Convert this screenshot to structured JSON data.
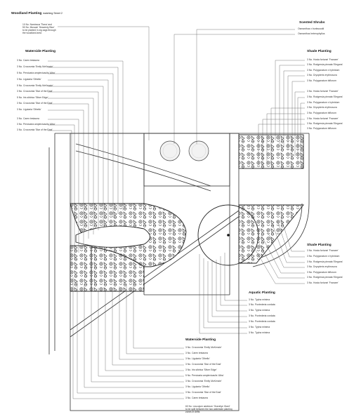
{
  "woodland": {
    "heading": "Woodland Planting",
    "heading_note": "matching Street 2",
    "note": [
      "10 No. Narcissus 'Tiana' and",
      "50 No. Muscari 'Heavenly Blue'",
      "to be planted in zig zags through",
      "the woodland area"
    ]
  },
  "waterside_top": {
    "heading": "Waterside Planting",
    "items": [
      "3 No. Carex testacea",
      "3 No. Crocosmia 'Emily McKenzie'",
      "5 No. Persicaria amplexicaulis 'Alba'",
      "3 No. Ligularia 'Othello'",
      "5 No. Crocosmia 'Emily McKenzie'",
      "3 No. Crocosmia 'Star of the East'",
      "5 No. Iris sibirica 'Silver Edge'",
      "3 No. Crocosmia 'Star of the East'",
      "3 No. Ligularia 'Othello'",
      "3 No. Carex testacea",
      "3 No. Persicaria amplexicaulis 'Alba'",
      "3 No. Crocosmia 'Star of the East'"
    ]
  },
  "scented": {
    "heading": "Scented Shrubs",
    "items": [
      "Osmanthus x burkwoodii",
      "Osmanthus heterophyllus"
    ]
  },
  "shade_top": {
    "heading": "Shade Planting",
    "items": [
      "3 No. Hosta fortunei 'Francee'",
      "3 No. Rodgersia pinnata 'Elegans'",
      "3 No. Polygonatum x hybridum",
      "3 No. Dryopteris erythrosora",
      "3 No. Polygonatum biflorum",
      "3 No. Hosta fortunei 'Francee'",
      "3 No. Rodgersia pinnata 'Elegans'",
      "3 No. Polygonatum x hybridum",
      "3 No. Dryopteris erythrosora",
      "3 No. Polygonatum biflorum",
      "3 No. Hosta fortunei 'Francee'",
      "3 No. Rodgersia pinnata 'Elegans'",
      "3 No. Polygonatum biflorum"
    ]
  },
  "shade_bottom": {
    "heading": "Shade Planting",
    "items": [
      "3 No. Hosta fortunei 'Francee'",
      "3 No. Polygonatum x hybridum",
      "3 No. Rodgersia pinnata 'Elegans'",
      "3 No. Dryopteris erythrosora",
      "3 No. Polygonatum biflorum",
      "3 No. Rodgersia pinnata 'Elegans'",
      "3 No. Hosta fortunei 'Francee'"
    ]
  },
  "aquatic": {
    "heading": "Aquatic Planting",
    "items": [
      "3 No. Typha minima",
      "3 No. Pontederia cordata",
      "3 No. Typha minima",
      "3 No. Pontederia cordata",
      "3 No. Pontederia cordata",
      "3 No. Typha minima",
      "3 No. Typha minima"
    ]
  },
  "waterside_bottom": {
    "heading": "Waterside Planting",
    "items": [
      "3 No. Crocosmia 'Emily McKenzie'",
      "3 No. Carex testacea",
      "3 No. Ligularia 'Othello'",
      "3 No. Crocosmia 'Star of the East'",
      "3 No. Iris sibirica 'Silver Edge'",
      "5 No. Persicaria amplexicaulis 'Alba'",
      "3 No. Crocosmia 'Emily McKenzie'",
      "3 No. Ligularia 'Othello'",
      "3 No. Crocosmia 'Star of the East'",
      "3 No. Carex testacea"
    ],
    "note": [
      "60 No. Leucojum aestivum 'Gravetye Giant'",
      "to be split between the two waterside planting",
      "zones in drifts"
    ]
  }
}
